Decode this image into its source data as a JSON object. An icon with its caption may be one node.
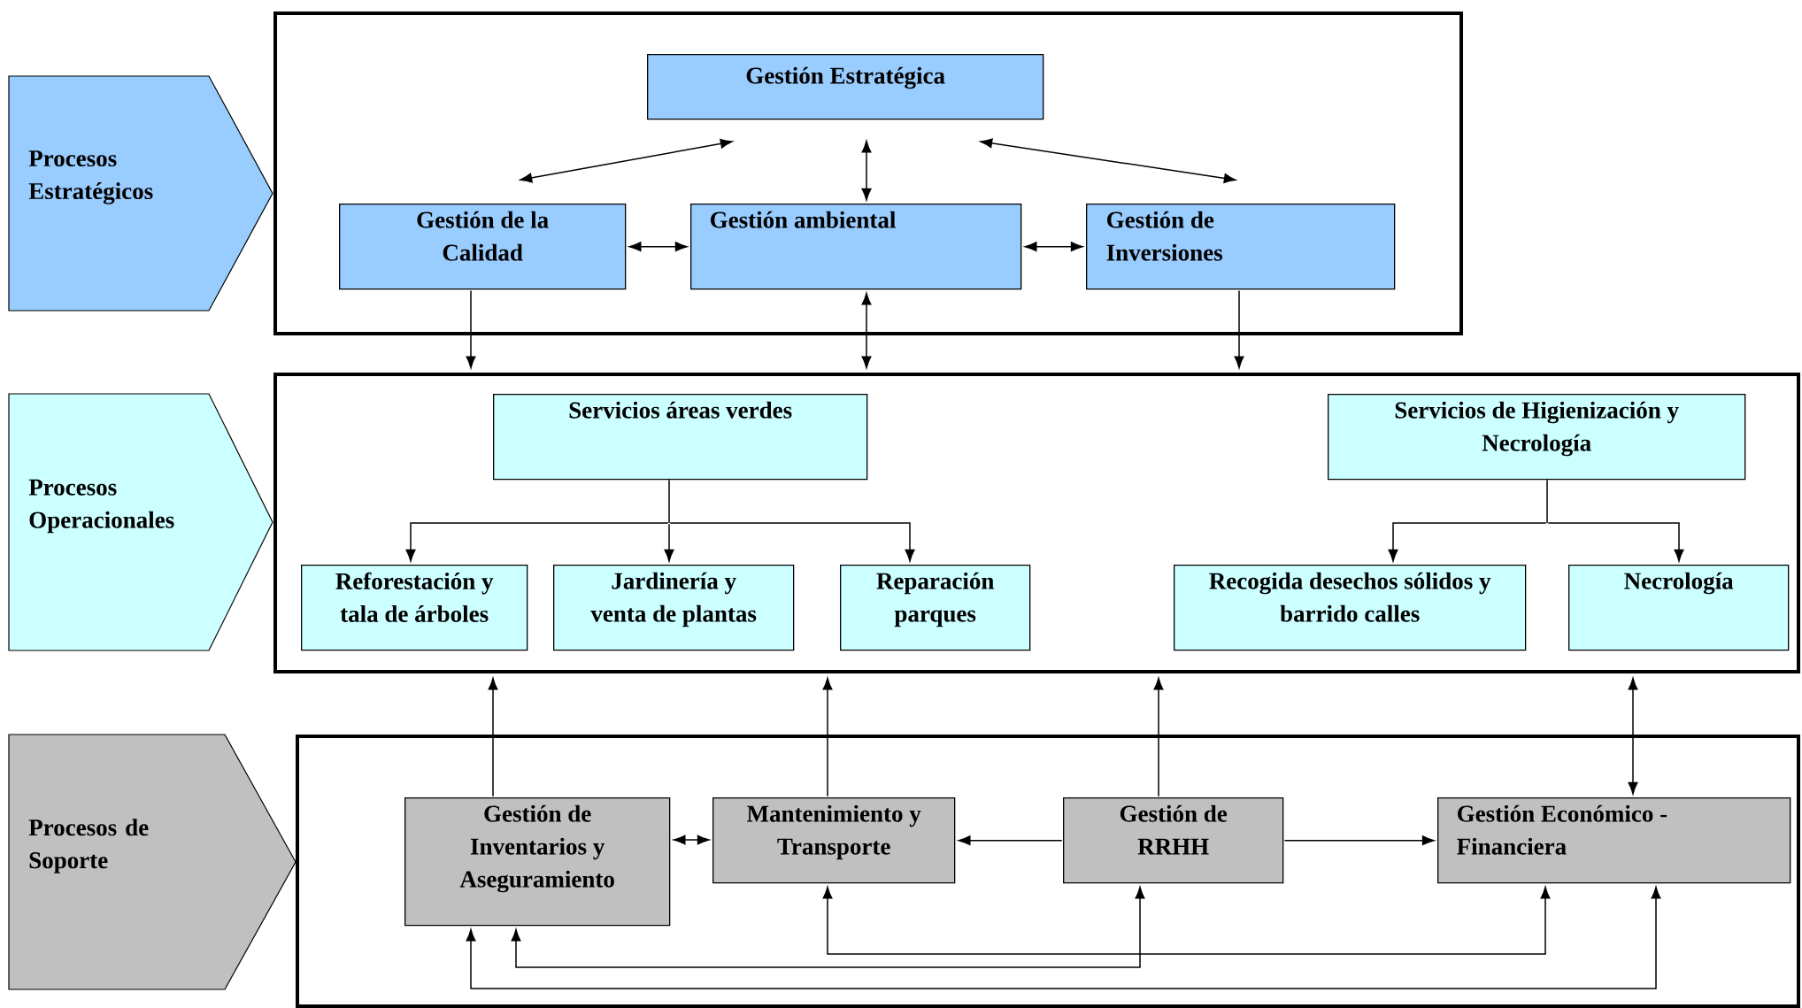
{
  "diagram": {
    "nodes": [
      {
        "text": [
          "Procesos Estratégicos"
        ]
      },
      {
        "text": [],
        "shape": "box"
      },
      {
        "text": [
          "Gestión Estratégica"
        ],
        "in": 1
      },
      {
        "text": [
          "Gestión de la Calidad"
        ],
        "in": 1
      },
      {
        "text": [
          "Gestión ambiental"
        ],
        "in": 1
      },
      {
        "text": [
          "Gestión de Inversiones"
        ],
        "in": 1
      },
      {
        "text": [
          "Procesos Operacionales"
        ]
      },
      {
        "text": [],
        "shape": "box"
      },
      {
        "text": [
          "Servicios áreas verdes"
        ],
        "in": 7
      },
      {
        "text": [
          "Servicios de Higienización y Necrología"
        ],
        "in": 7
      },
      {
        "text": [
          "Reforestación y tala de árboles"
        ],
        "in": 7
      },
      {
        "text": [
          "Jardinería y venta de plantas"
        ],
        "in": 7
      },
      {
        "text": [
          "Reparación parques"
        ],
        "in": 7
      },
      {
        "text": [
          "Recogida desechos sólidos y barrido calles"
        ],
        "in": 7
      },
      {
        "text": [
          "Necrología"
        ],
        "in": 7
      },
      {
        "text": [
          "Procesos de Soporte"
        ]
      },
      {
        "text": [],
        "shape": "box"
      },
      {
        "text": [
          "Gestión de Inventarios y Aseguramiento"
        ],
        "in": 16
      },
      {
        "text": [
          "Mantenimiento y Transporte"
        ],
        "in": 16
      },
      {
        "text": [
          "Gestión de RRHH"
        ],
        "in": 16
      },
      {
        "text": [
          "Gestión Económico - Financiera"
        ],
        "in": 16
      }
    ],
    "edges": [
      {
        "from": 2,
        "to": 3,
        "arrow": "both"
      },
      {
        "from": 2,
        "to": 4,
        "arrow": "both"
      },
      {
        "from": 2,
        "to": 5,
        "arrow": "both"
      },
      {
        "from": 3,
        "to": 4,
        "arrow": "both"
      },
      {
        "from": 4,
        "to": 5,
        "arrow": "both"
      },
      {
        "from": 3,
        "to": 7,
        "arrow": "to"
      },
      {
        "from": 4,
        "to": 7,
        "arrow": "both"
      },
      {
        "from": 5,
        "to": 7,
        "arrow": "to"
      },
      {
        "from": 8,
        "to": 10,
        "arrow": "to"
      },
      {
        "from": 8,
        "to": 11,
        "arrow": "to"
      },
      {
        "from": 8,
        "to": 12,
        "arrow": "to"
      },
      {
        "from": 9,
        "to": 13,
        "arrow": "to"
      },
      {
        "from": 9,
        "to": 14,
        "arrow": "to"
      },
      {
        "from": 17,
        "to": 7,
        "arrow": "to"
      },
      {
        "from": 18,
        "to": 7,
        "arrow": "to"
      },
      {
        "from": 19,
        "to": 7,
        "arrow": "to"
      },
      {
        "from": 20,
        "to": 7,
        "arrow": "both"
      },
      {
        "from": 17,
        "to": 18,
        "arrow": "both"
      },
      {
        "from": 19,
        "to": 18,
        "arrow": "to"
      },
      {
        "from": 19,
        "to": 20,
        "arrow": "to"
      },
      {
        "from": 18,
        "to": 20,
        "arrow": "both"
      },
      {
        "from": 17,
        "to": 19,
        "arrow": "both"
      },
      {
        "from": 17,
        "to": 20,
        "arrow": "both"
      }
    ]
  }
}
